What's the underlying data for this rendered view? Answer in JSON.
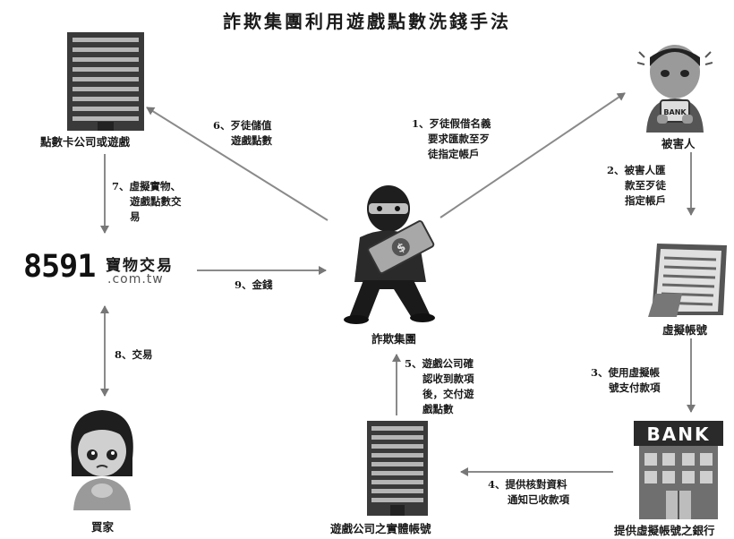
{
  "title": "詐欺集團利用遊戲點數洗錢手法",
  "nodes": {
    "point_card_company": "點數卡公司或遊戲",
    "victim": "被害人",
    "logo_number": "8591",
    "logo_chinese": "寶物交易",
    "logo_domain": ".com.tw",
    "fraud_group": "詐欺集團",
    "virtual_account": "虛擬帳號",
    "buyer": "買家",
    "game_company_account": "遊戲公司之實體帳號",
    "bank": "提供虛擬帳號之銀行",
    "bank_sign": "BANK",
    "phone_text": "BANK"
  },
  "steps": {
    "s1": [
      "1、歹徒假借名義",
      "要求匯款至歹",
      "徒指定帳戶"
    ],
    "s2": [
      "2、被害人匯",
      "款至歹徒",
      "指定帳戶"
    ],
    "s3": [
      "3、使用虛擬帳",
      "號支付款項"
    ],
    "s4": [
      "4、提供核對資料",
      "通知已收款項"
    ],
    "s5": [
      "5、遊戲公司確",
      "認收到款項",
      "後，交付遊",
      "戲點數"
    ],
    "s6": [
      "6、歹徒儲值",
      "遊戲點數"
    ],
    "s7": [
      "7、虛擬實物、",
      "遊戲點數交",
      "易"
    ],
    "s8": [
      "8、交易"
    ],
    "s9": [
      "9、金錢"
    ]
  },
  "money_symbol": "$"
}
